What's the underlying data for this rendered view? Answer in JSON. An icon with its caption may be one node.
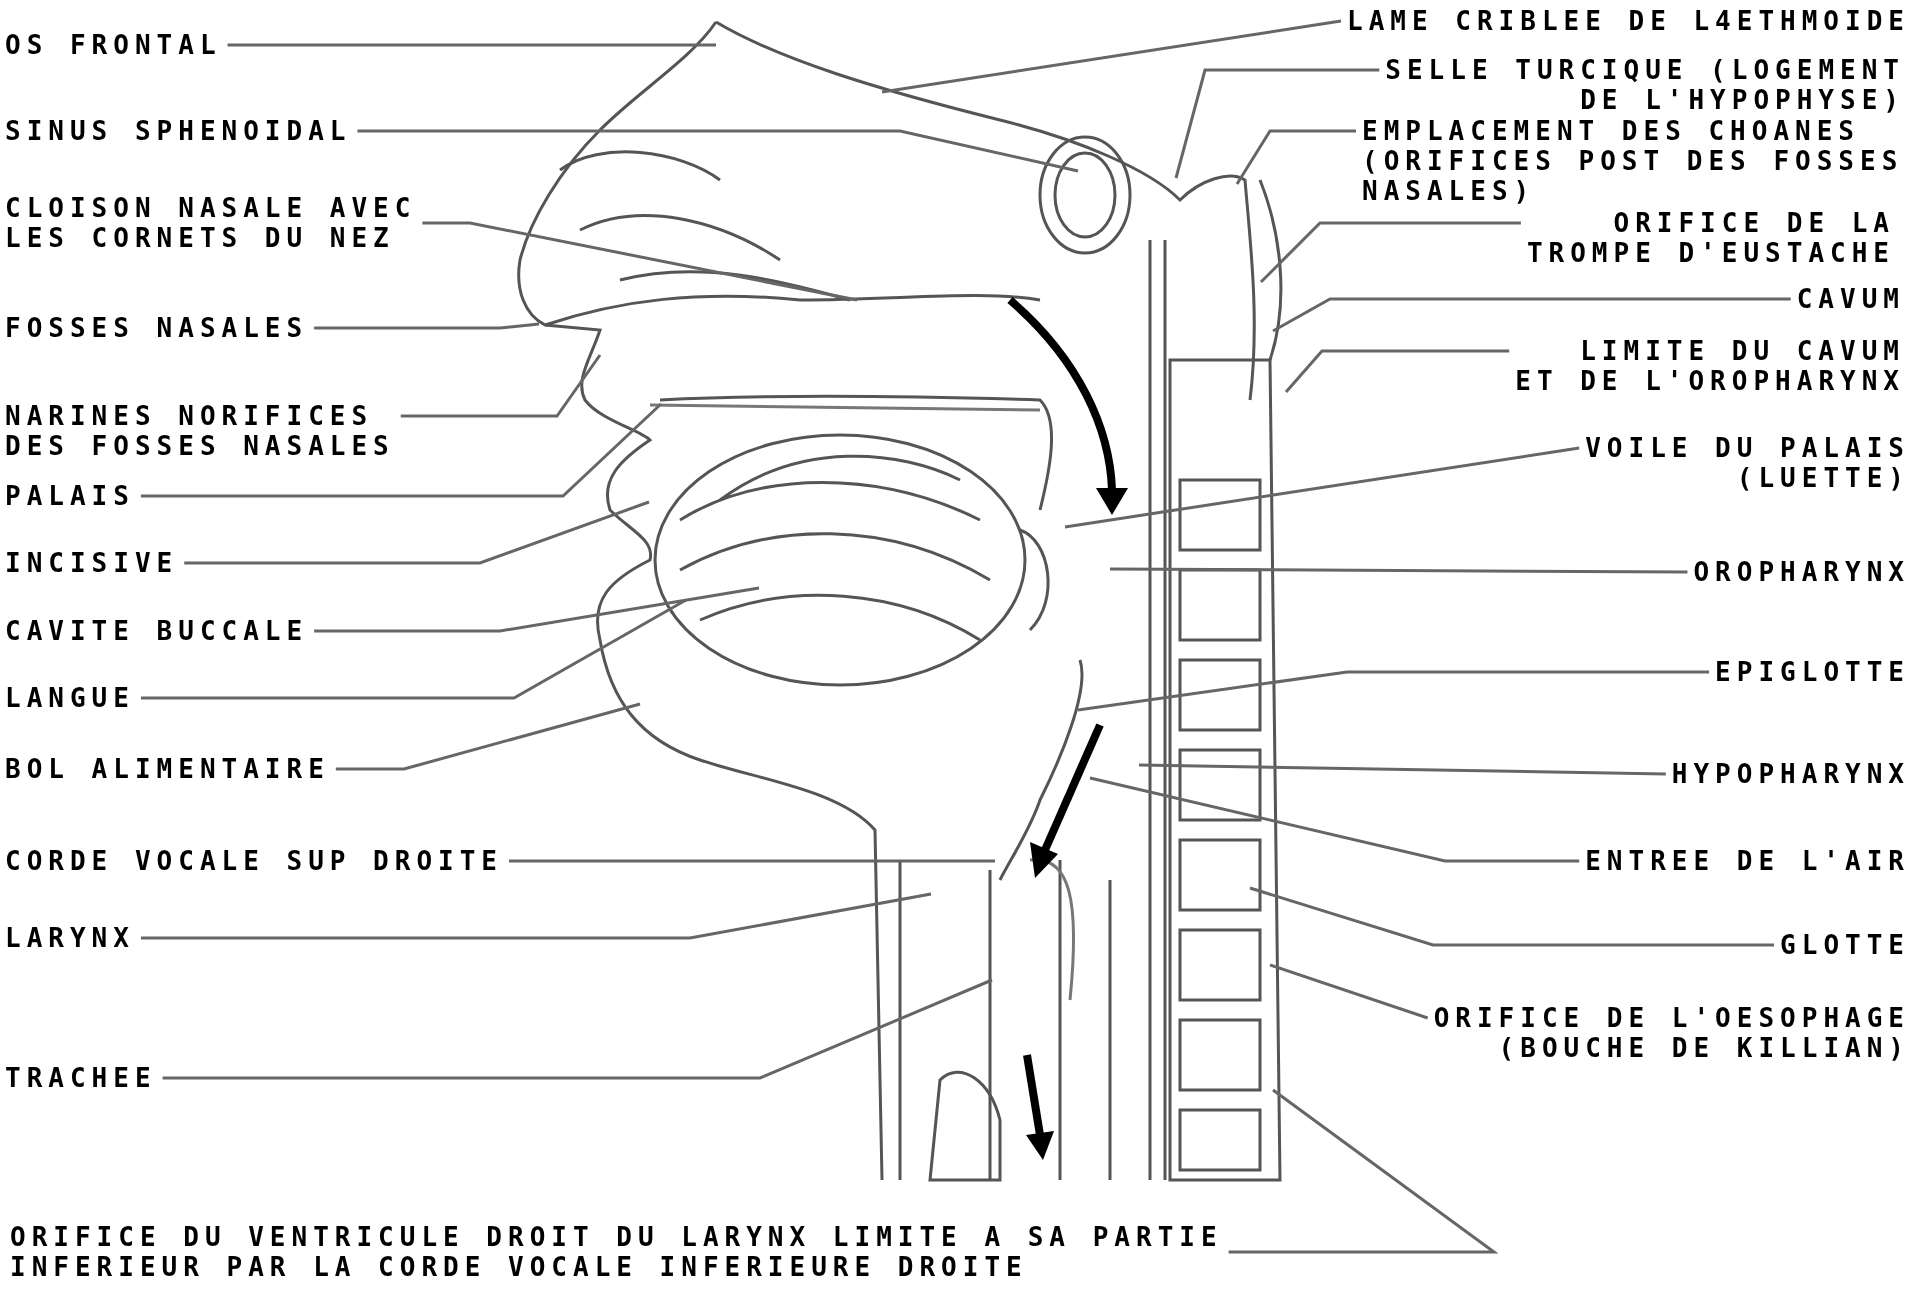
{
  "diagram": {
    "nodes": [
      {
        "text": [
          "OS FRONTAL"
        ]
      },
      {
        "text": [
          "SINUS SPHENOIDAL"
        ]
      },
      {
        "text": [
          "CLOISON NASALE AVEC LES CORNETS DU NEZ"
        ]
      },
      {
        "text": [
          "FOSSES NASALES"
        ]
      },
      {
        "text": [
          "NARINES NORIFICES DES FOSSES NASALES"
        ]
      },
      {
        "text": [
          "PALAIS"
        ]
      },
      {
        "text": [
          "INCISIVE"
        ]
      },
      {
        "text": [
          "CAVITE BUCCALE"
        ]
      },
      {
        "text": [
          "LANGUE"
        ]
      },
      {
        "text": [
          "BOL ALIMENTAIRE"
        ]
      },
      {
        "text": [
          "CORDE VOCALE SUP DROITE"
        ]
      },
      {
        "text": [
          "LARYNX"
        ]
      },
      {
        "text": [
          "TRACHEE"
        ]
      },
      {
        "text": [
          "ORIFICE DU VENTRICULE DROIT DU LARYNX LIMITE A SA PARTIE INFERIEUR PAR LA CORDE VOCALE INFERIEURE DROITE"
        ]
      },
      {
        "text": [
          "LAME CRIBLEE DE L4ETHMOIDE"
        ]
      },
      {
        "text": [
          "SELLE TURCIQUE (LOGEMENT DE L'HYPOPHYSE)"
        ]
      },
      {
        "text": [
          "EMPLACEMENT DES CHOANES (ORIFICES POST DES FOSSES NASALES)"
        ]
      },
      {
        "text": [
          "ORIFICE DE LA TROMPE D'EUSTACHE"
        ]
      },
      {
        "text": [
          "CAVUM"
        ]
      },
      {
        "text": [
          "LIMITE DU CAVUM ET DE L'OROPHARYNX"
        ]
      },
      {
        "text": [
          "VOILE DU PALAIS (LUETTE)"
        ]
      },
      {
        "text": [
          "OROPHARYNX"
        ]
      },
      {
        "text": [
          "EPIGLOTTE"
        ]
      },
      {
        "text": [
          "HYPOPHARYNX"
        ]
      },
      {
        "text": [
          "ENTREE DE L'AIR"
        ]
      },
      {
        "text": [
          "GLOTTE"
        ]
      },
      {
        "text": [
          "ORIFICE DE L'OESOPHAGE (BOUCHE DE KILLIAN)"
        ]
      }
    ],
    "edges": [
      {
        "from": 0,
        "to": null,
        "arrow": "none"
      },
      {
        "from": 1,
        "to": null,
        "arrow": "none"
      },
      {
        "from": 2,
        "to": null,
        "arrow": "none"
      },
      {
        "from": 3,
        "to": null,
        "arrow": "none"
      },
      {
        "from": 4,
        "to": null,
        "arrow": "none"
      },
      {
        "from": 5,
        "to": null,
        "arrow": "none"
      },
      {
        "from": 6,
        "to": null,
        "arrow": "none"
      },
      {
        "from": 7,
        "to": null,
        "arrow": "none"
      },
      {
        "from": 8,
        "to": null,
        "arrow": "none"
      },
      {
        "from": 9,
        "to": null,
        "arrow": "none"
      },
      {
        "from": 10,
        "to": null,
        "arrow": "none"
      },
      {
        "from": 11,
        "to": null,
        "arrow": "none"
      },
      {
        "from": 12,
        "to": null,
        "arrow": "none"
      },
      {
        "from": 13,
        "to": null,
        "arrow": "none"
      },
      {
        "from": 14,
        "to": null,
        "arrow": "none"
      },
      {
        "from": 15,
        "to": null,
        "arrow": "none"
      },
      {
        "from": 16,
        "to": null,
        "arrow": "none"
      },
      {
        "from": 17,
        "to": null,
        "arrow": "none"
      },
      {
        "from": 18,
        "to": null,
        "arrow": "none"
      },
      {
        "from": 19,
        "to": null,
        "arrow": "none"
      },
      {
        "from": 20,
        "to": null,
        "arrow": "none"
      },
      {
        "from": 21,
        "to": null,
        "arrow": "none"
      },
      {
        "from": 22,
        "to": null,
        "arrow": "none"
      },
      {
        "from": 23,
        "to": null,
        "arrow": "none"
      },
      {
        "from": 24,
        "to": null,
        "arrow": "none"
      },
      {
        "from": 25,
        "to": null,
        "arrow": "none"
      },
      {
        "from": 26,
        "to": null,
        "arrow": "none"
      }
    ]
  }
}
